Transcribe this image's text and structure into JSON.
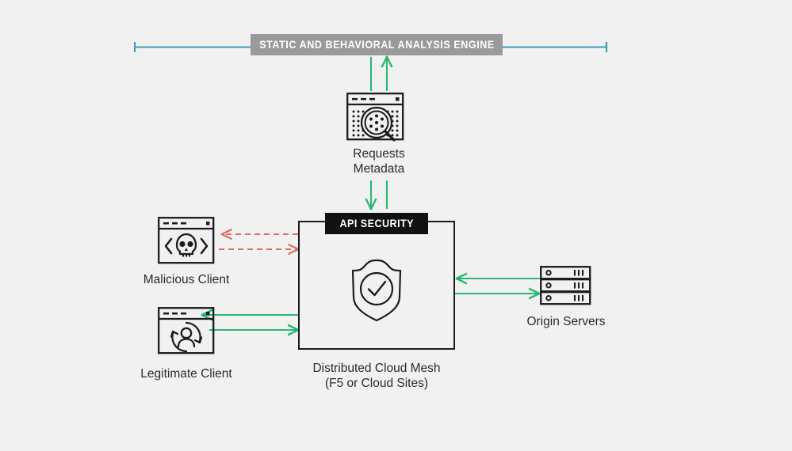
{
  "diagram": {
    "title_bar": {
      "label": "STATIC AND BEHAVIORAL ANALYSIS ENGINE",
      "background": "#9a9a9a",
      "text_color": "#ffffff",
      "bracket_color": "#3d9cb5"
    },
    "api_security_bar": {
      "label": "API SECURITY",
      "background": "#111111",
      "text_color": "#ffffff"
    },
    "nodes": [
      {
        "id": "requests-metadata",
        "label_line1": "Requests",
        "label_line2": "Metadata",
        "icon": "browser-window-magnifier-icon"
      },
      {
        "id": "malicious-client",
        "label_line1": "Malicious Client",
        "label_line2": "",
        "icon": "browser-window-skull-icon"
      },
      {
        "id": "legitimate-client",
        "label_line1": "Legitimate Client",
        "label_line2": "",
        "icon": "browser-window-user-refresh-icon"
      },
      {
        "id": "distributed-cloud-mesh",
        "label_line1": "Distributed Cloud Mesh",
        "label_line2": "(F5 or Cloud Sites)",
        "icon": "shield-check-icon"
      },
      {
        "id": "origin-servers",
        "label_line1": "Origin Servers",
        "label_line2": "",
        "icon": "server-stack-icon"
      }
    ],
    "colors": {
      "background": "#f1f1f1",
      "stroke": "#1c1c1c",
      "allowed_flow": "#2bb673",
      "blocked_flow": "#d9705f",
      "bracket": "#3d9cb5",
      "banner_gray": "#9a9a9a",
      "banner_black": "#111111"
    },
    "flows": [
      {
        "id": "mesh-to-engine",
        "style": "solid",
        "color": "#2bb673",
        "direction": "up"
      },
      {
        "id": "engine-to-mesh",
        "style": "solid",
        "color": "#2bb673",
        "direction": "down"
      },
      {
        "id": "mesh-to-malicious-client",
        "style": "dashed",
        "color": "#d9705f",
        "direction": "left"
      },
      {
        "id": "malicious-client-to-mesh",
        "style": "dashed",
        "color": "#d9705f",
        "direction": "right"
      },
      {
        "id": "mesh-to-legitimate-client",
        "style": "solid",
        "color": "#2bb673",
        "direction": "left"
      },
      {
        "id": "legitimate-client-to-mesh",
        "style": "solid",
        "color": "#2bb673",
        "direction": "right"
      },
      {
        "id": "origin-to-mesh",
        "style": "solid",
        "color": "#2bb673",
        "direction": "left"
      },
      {
        "id": "mesh-to-origin",
        "style": "solid",
        "color": "#2bb673",
        "direction": "right"
      }
    ]
  }
}
